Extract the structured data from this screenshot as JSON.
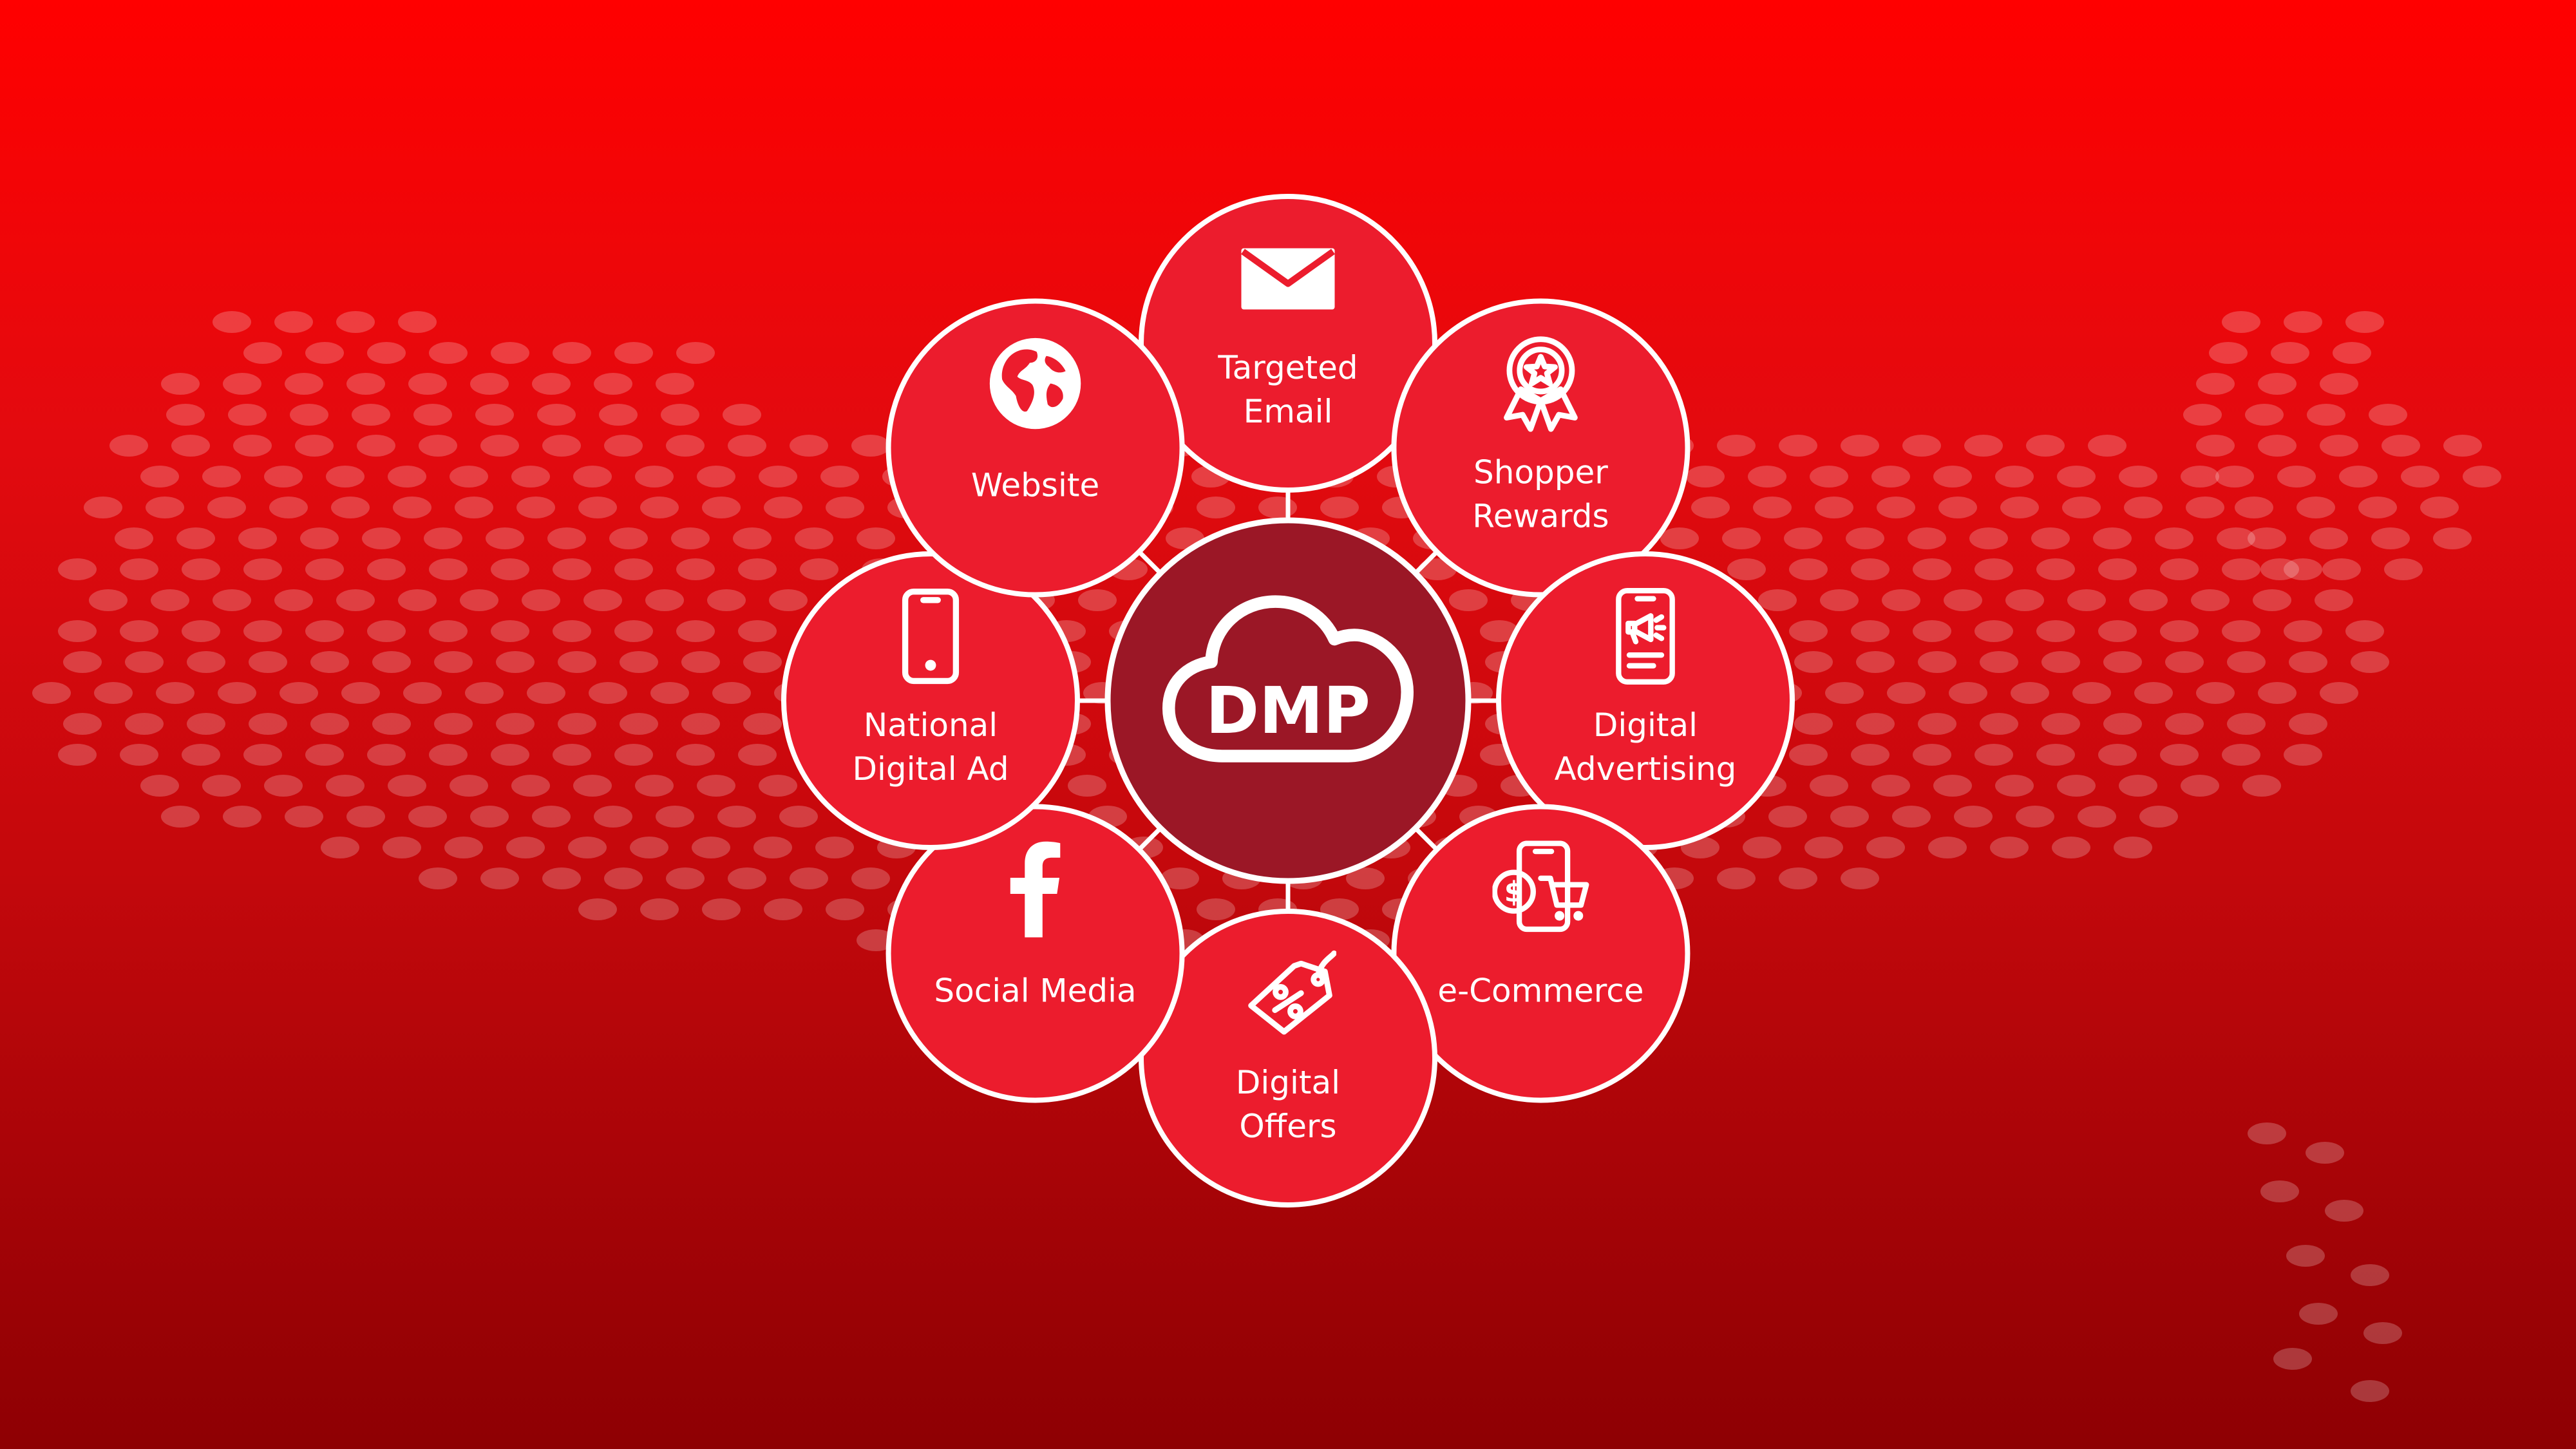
{
  "hub": {
    "label": "DMP",
    "icon": "cloud-icon",
    "fill": "#9b1726"
  },
  "node_fill": "#ec1c2d",
  "connector_color": "#ffffff",
  "background_map": "usa-dot-map",
  "nodes": [
    {
      "id": "targeted-email",
      "lines": [
        "Targeted",
        "Email"
      ],
      "icon": "envelope-icon"
    },
    {
      "id": "shopper-rewards",
      "lines": [
        "Shopper",
        "Rewards"
      ],
      "icon": "award-ribbon-icon"
    },
    {
      "id": "digital-advertising",
      "lines": [
        "Digital",
        "Advertising"
      ],
      "icon": "phone-megaphone-icon"
    },
    {
      "id": "e-commerce",
      "lines": [
        "e-Commerce"
      ],
      "icon": "cart-coin-phone-icon"
    },
    {
      "id": "digital-offers",
      "lines": [
        "Digital",
        "Offers"
      ],
      "icon": "price-tag-percent-icon"
    },
    {
      "id": "social-media",
      "lines": [
        "Social Media"
      ],
      "icon": "facebook-icon"
    },
    {
      "id": "national-digital-ad",
      "lines": [
        "National",
        "Digital Ad"
      ],
      "icon": "smartphone-icon"
    },
    {
      "id": "website",
      "lines": [
        "Website"
      ],
      "icon": "globe-icon"
    }
  ]
}
